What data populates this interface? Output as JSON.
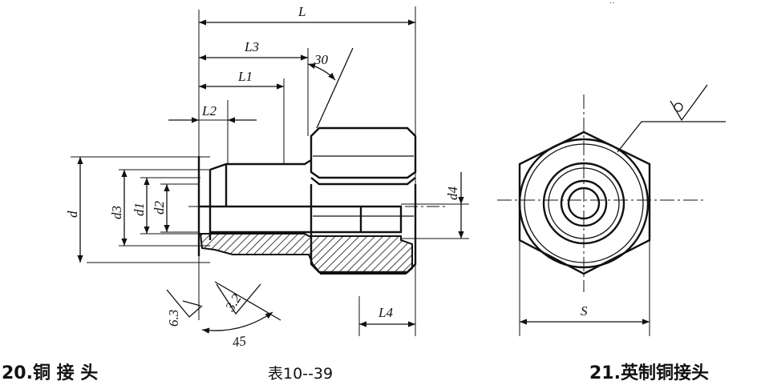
{
  "front_view": {
    "dims": {
      "L": "L",
      "L3": "L3",
      "L1": "L1",
      "L2": "L2",
      "L4": "L4",
      "d": "d",
      "d1": "d1",
      "d2": "d2",
      "d3": "d3",
      "d4": "d4",
      "angle": "30"
    },
    "surface_marks": {
      "left_value": "6.3",
      "right_value": "3.2",
      "angle_value": "45"
    }
  },
  "side_view": {
    "dims": {
      "S": "S"
    }
  },
  "captions": {
    "left": "20.铜 接 头",
    "center": "表10--39",
    "right": "21.英制铜接头"
  }
}
